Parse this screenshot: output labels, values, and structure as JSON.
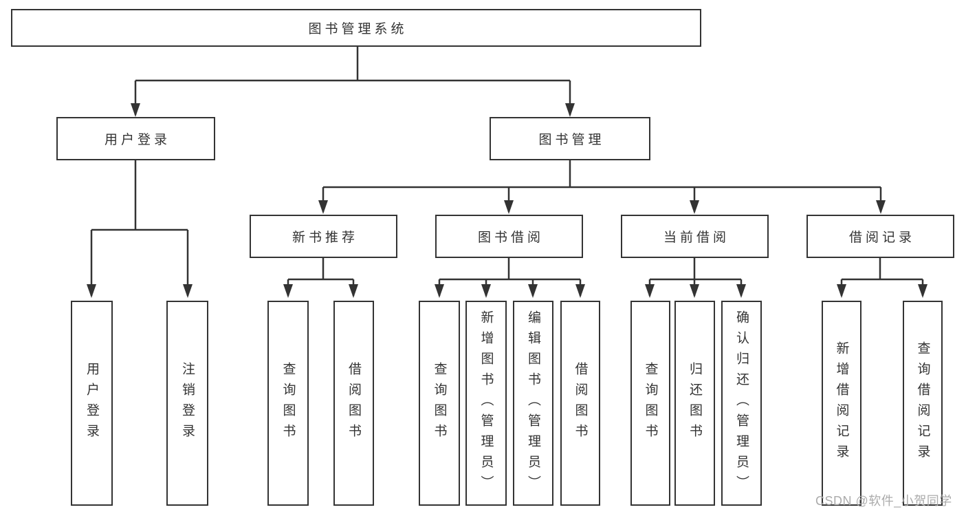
{
  "diagram": {
    "title": "图书管理系统",
    "branches": [
      {
        "label": "用户登录",
        "leaves": [
          {
            "label": "用户登录"
          },
          {
            "label": "注销登录"
          }
        ]
      },
      {
        "label": "图书管理",
        "groups": [
          {
            "label": "新书推荐",
            "leaves": [
              {
                "label": "查询图书"
              },
              {
                "label": "借阅图书"
              }
            ]
          },
          {
            "label": "图书借阅",
            "leaves": [
              {
                "label": "查询图书"
              },
              {
                "label": "新增图书（管理员）"
              },
              {
                "label": "编辑图书（管理员）"
              },
              {
                "label": "借阅图书"
              }
            ]
          },
          {
            "label": "当前借阅",
            "leaves": [
              {
                "label": "查询图书"
              },
              {
                "label": "归还图书"
              },
              {
                "label": "确认归还（管理员）"
              }
            ]
          },
          {
            "label": "借阅记录",
            "leaves": [
              {
                "label": "新增借阅记录"
              },
              {
                "label": "查询借阅记录"
              }
            ]
          }
        ]
      }
    ]
  },
  "watermark": {
    "text": "CSDN @软件_小贺同学"
  },
  "colors": {
    "line": "#333333",
    "box_border": "#333333",
    "text": "#333333",
    "background": "#ffffff",
    "watermark": "#ababab"
  }
}
